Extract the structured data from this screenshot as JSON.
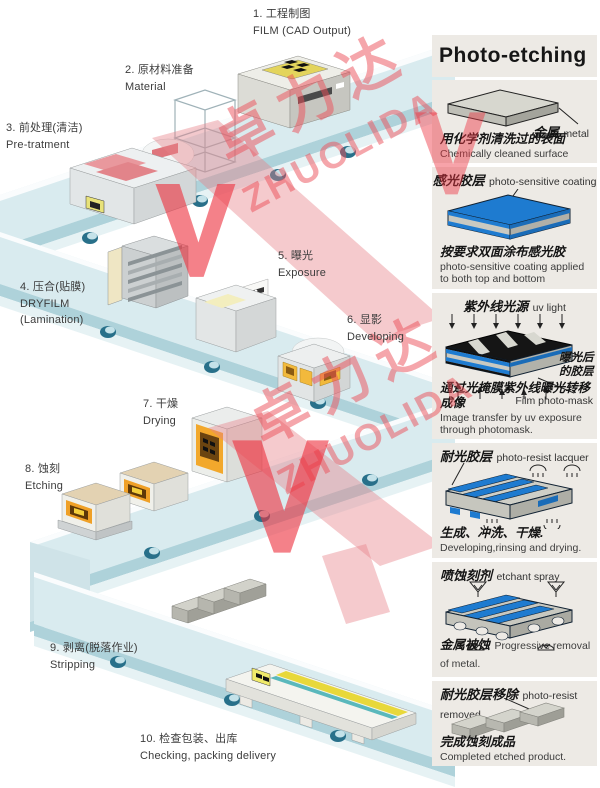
{
  "watermark": {
    "zh": "卓力达",
    "en": "ZHUOLIDA",
    "logo": "red-v-logo",
    "color": "#ed2b39"
  },
  "steps": [
    {
      "zh": "1. 工程制图",
      "en": "FILM (CAD Output)"
    },
    {
      "zh": "2. 原材料准备",
      "en": "Material"
    },
    {
      "zh": "3. 前处理(清洁)",
      "en": "Pre-tratment"
    },
    {
      "zh": "4. 压合(贴膜)",
      "en": "DRYFILM",
      "en2": "(Lamination)"
    },
    {
      "zh": "5. 曝光",
      "en": "Exposure"
    },
    {
      "zh": "6. 显影",
      "en": "Developing"
    },
    {
      "zh": "7. 干燥",
      "en": "Drying"
    },
    {
      "zh": "8. 蚀刻",
      "en": "Etching"
    },
    {
      "zh": "9. 剥离(脱落作业)",
      "en": "Stripping"
    },
    {
      "zh": "10. 检查包装、出库",
      "en": "Checking, packing delivery"
    }
  ],
  "sidebar": {
    "title": "Photo-etching",
    "panels": [
      {
        "label_zh": "金属",
        "label_en": "metal",
        "caption_zh": "用化学剂清洗过的表面",
        "caption_en": "Chemically cleaned surface"
      },
      {
        "header_zh": "感光胶层",
        "header_en": "photo-sensitive coating",
        "caption_zh": "按要求双面涂布感光胶",
        "caption_en": "photo-sensitive coating applied to both top and bottom"
      },
      {
        "header_zh": "紫外线光源",
        "header_en": "uv light",
        "side_label_zh1": "曝光后",
        "side_label_zh2": "的胶层",
        "mask_label": "Film photo-mask",
        "caption_zh": "通过光掩膜紫外线曝光转移成像",
        "caption_en": "Image transfer by uv exposure through photomask."
      },
      {
        "header_zh": "耐光胶层",
        "header_en": "photo-resist lacquer",
        "caption_zh": "生成、冲洗、干燥.",
        "caption_en": "Developing,rinsing and drying."
      },
      {
        "header_zh": "喷蚀刻剂",
        "header_en": "etchant spray",
        "caption_zh": "金属被蚀",
        "caption_en": "Progressive removal of metal."
      },
      {
        "header_zh": "耐光胶层移除",
        "header_en": "photo-resist removed",
        "caption_zh": "完成蚀刻成品",
        "caption_en": "Completed etched product."
      }
    ]
  },
  "colors": {
    "accent_red": "#ed2b39",
    "coating_blue": "#1e7bd0",
    "belt_teal": "#d9ebef",
    "sidebar_bg": "#edeae5",
    "beam_pink": "#e78088"
  }
}
